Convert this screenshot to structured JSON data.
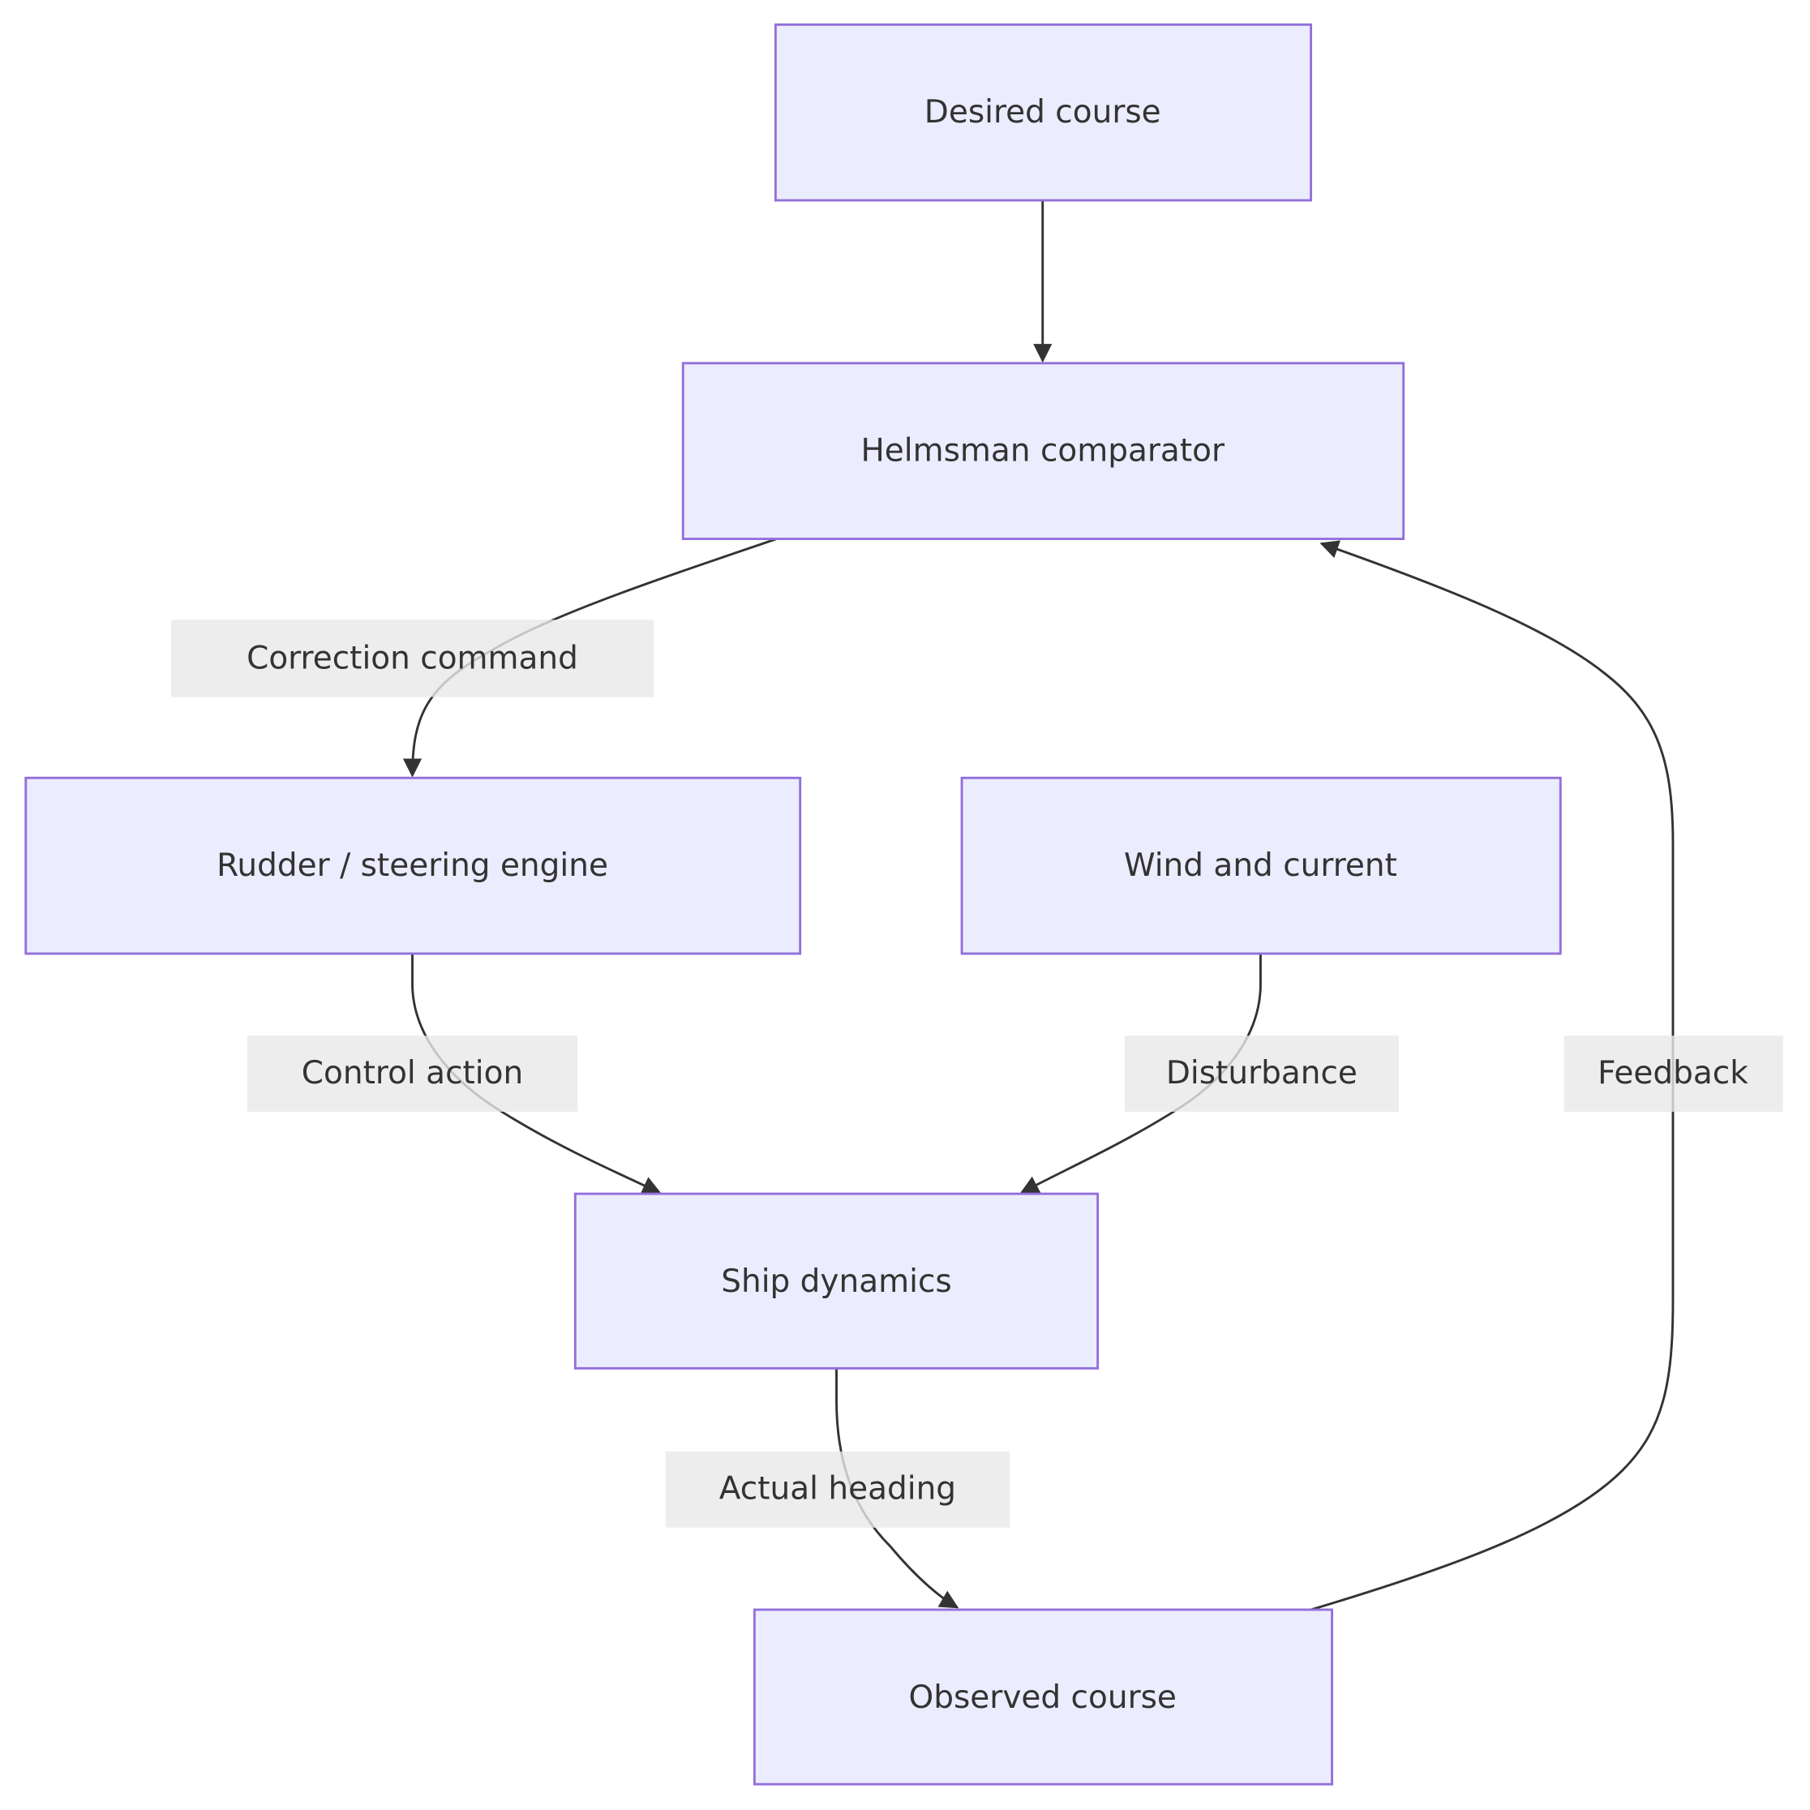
{
  "diagram": {
    "type": "flowchart",
    "direction": "top-down",
    "colors": {
      "node_fill": "#ECECFF",
      "node_stroke": "#9370DB",
      "edge": "#333333",
      "label_bg": "#e8e8e8",
      "text": "#333333"
    },
    "nodes": {
      "desired": "Desired course",
      "helmsman": "Helmsman comparator",
      "rudder": "Rudder / steering engine",
      "wind": "Wind and current",
      "ship": "Ship dynamics",
      "observed": "Observed course"
    },
    "edges": [
      {
        "from": "Desired course",
        "to": "Helmsman comparator",
        "label": ""
      },
      {
        "from": "Helmsman comparator",
        "to": "Rudder / steering engine",
        "label": "Correction command"
      },
      {
        "from": "Rudder / steering engine",
        "to": "Ship dynamics",
        "label": "Control action"
      },
      {
        "from": "Wind and current",
        "to": "Ship dynamics",
        "label": "Disturbance"
      },
      {
        "from": "Ship dynamics",
        "to": "Observed course",
        "label": "Actual heading"
      },
      {
        "from": "Observed course",
        "to": "Helmsman comparator",
        "label": "Feedback"
      }
    ],
    "edge_labels": {
      "correction": "Correction command",
      "control": "Control action",
      "disturbance": "Disturbance",
      "actual": "Actual heading",
      "feedback": "Feedback"
    }
  }
}
